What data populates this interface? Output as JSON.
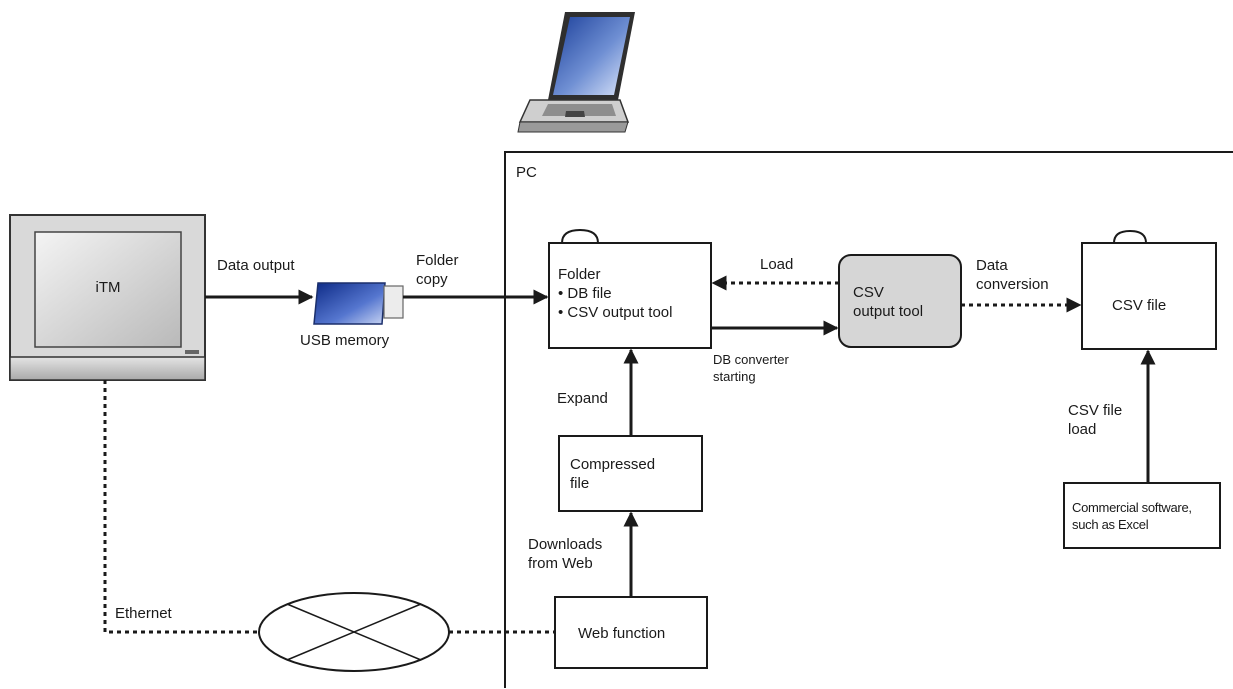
{
  "pc_label": "PC",
  "itm": {
    "label": "iTM"
  },
  "usb": {
    "label": "USB memory"
  },
  "edges": {
    "data_output": "Data output",
    "folder_copy": "Folder\ncopy",
    "load": "Load",
    "data_conversion": "Data\nconversion",
    "db_converter": "DB converter\nstarting",
    "expand": "Expand",
    "csv_file_load": "CSV file\nload",
    "downloads_from_web": "Downloads\nfrom Web",
    "ethernet": "Ethernet"
  },
  "boxes": {
    "folder": "Folder\n• DB file\n• CSV output tool",
    "csv_tool": "CSV\noutput tool",
    "csv_file": "CSV file",
    "compressed": "Compressed\nfile",
    "web_function": "Web function",
    "commercial": "Commercial software,\nsuch as Excel"
  },
  "icons": [
    "laptop-icon",
    "monitor-icon",
    "usb-memory-icon",
    "network-icon"
  ],
  "colors": {
    "line": "#1a1a1a",
    "tool_fill": "#d6d6d6",
    "usb_blue": "#2a4fb0"
  }
}
